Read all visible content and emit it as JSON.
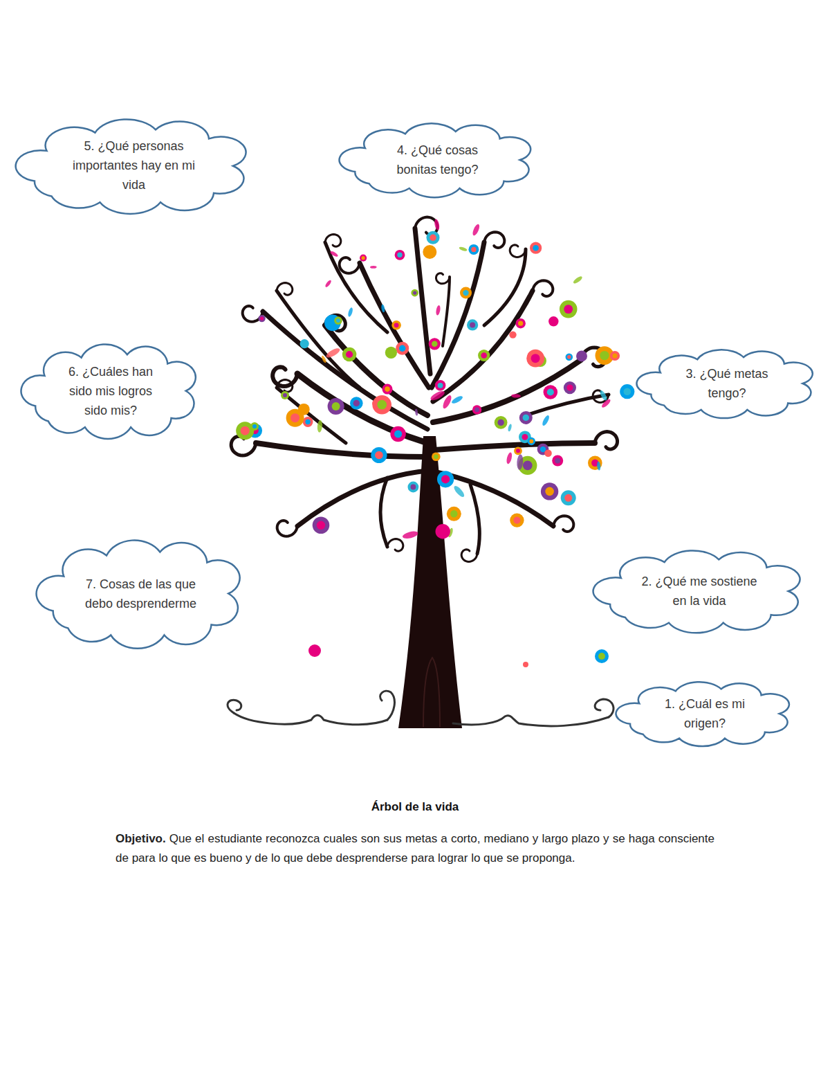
{
  "diagram": {
    "title": "Árbol de la vida",
    "caption": "Que el estudiante reconozca cuales son sus metas a corto, mediano y largo plazo y se haga consciente de para lo que es bueno y de lo que debe desprenderse para lograr lo que se proponga.",
    "nodes": [
      {
        "text": [
          "5. ¿Qué personas importantes hay en mi vida"
        ]
      },
      {
        "text": [
          "4. ¿Qué cosas bonitas tengo?"
        ]
      },
      {
        "text": [
          "6. ¿Cuáles han sido mis logros sido mis?"
        ]
      },
      {
        "text": [
          "3. ¿Qué metas tengo?"
        ]
      },
      {
        "text": [
          "7. Cosas de las que debo desprenderme"
        ]
      },
      {
        "text": [
          "2. ¿Qué me sostiene en la vida"
        ]
      },
      {
        "text": [
          "1. ¿Cuál es mi origen?"
        ]
      }
    ],
    "labels": [
      "Objetivo."
    ]
  }
}
